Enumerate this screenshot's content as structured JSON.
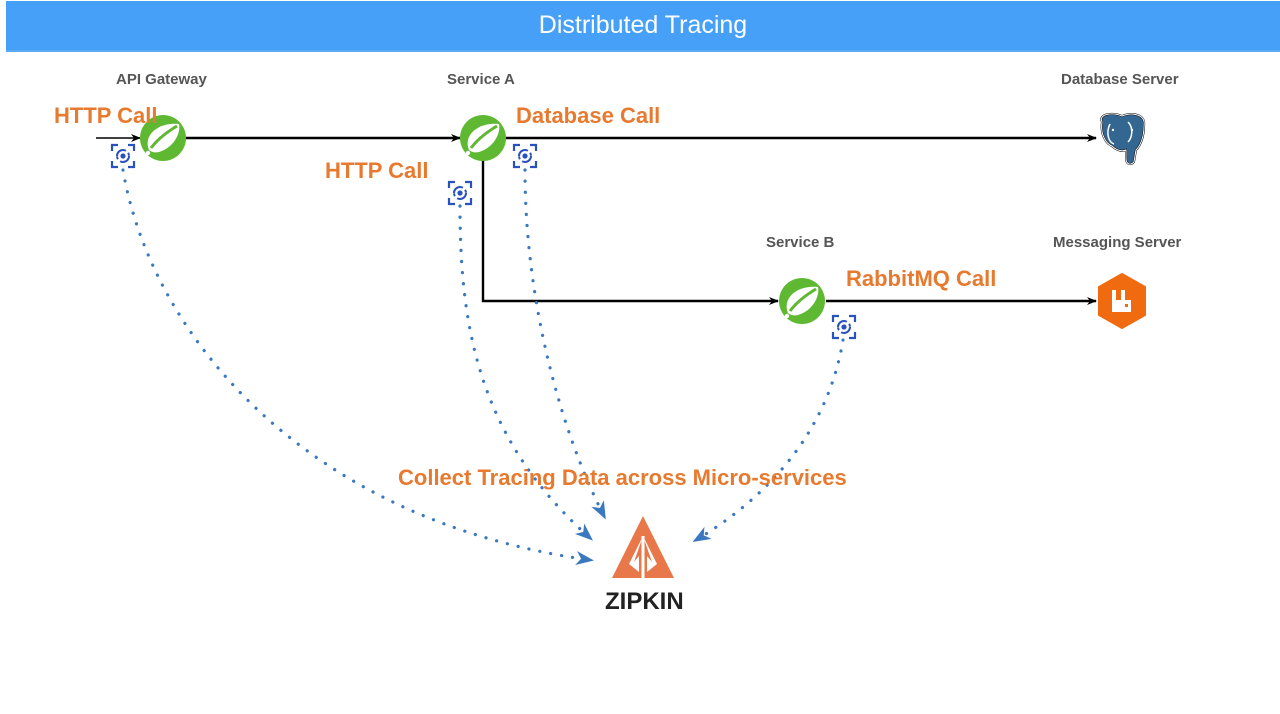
{
  "header": {
    "title": "Distributed Tracing"
  },
  "nodes": {
    "api_gateway": {
      "label": "API Gateway",
      "icon": "spring-leaf-icon"
    },
    "service_a": {
      "label": "Service A",
      "icon": "spring-leaf-icon"
    },
    "service_b": {
      "label": "Service B",
      "icon": "spring-leaf-icon"
    },
    "database_server": {
      "label": "Database Server",
      "icon": "postgresql-elephant-icon"
    },
    "messaging_server": {
      "label": "Messaging Server",
      "icon": "rabbitmq-icon"
    },
    "zipkin": {
      "label": "ZIPKIN",
      "icon": "zipkin-logo-icon"
    }
  },
  "calls": {
    "gateway_http": "HTTP Call",
    "service_a_http": "HTTP Call",
    "database": "Database Call",
    "rabbitmq": "RabbitMQ Call"
  },
  "caption": "Collect Tracing Data across Micro-services",
  "colors": {
    "header": "#47a0f7",
    "call_label": "#e87a2f",
    "spring_green": "#5fb832",
    "trace_icon": "#2a52be",
    "dotted_line": "#3a78c0",
    "zipkin": "#e8784a",
    "rabbitmq": "#f06a10",
    "postgres": "#336791"
  }
}
